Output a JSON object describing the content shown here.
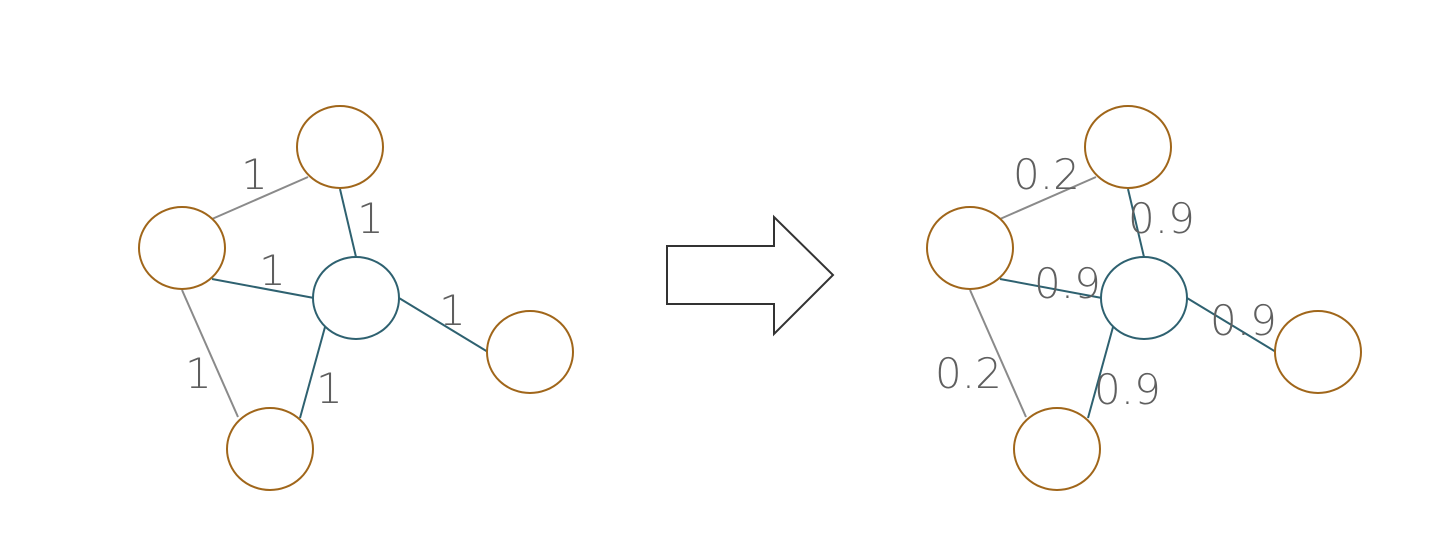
{
  "left_graph": {
    "weights": {
      "top_left": "1",
      "top_center": "1",
      "left_center": "1",
      "center_right": "1",
      "left_bottom": "1",
      "center_bottom": "1"
    }
  },
  "right_graph": {
    "weights": {
      "top_left": "0.2",
      "top_center": "0.9",
      "left_center": "0.9",
      "center_right": "0.9",
      "left_bottom": "0.2",
      "center_bottom": "0.9"
    }
  },
  "colors": {
    "outer_node": "#a0661a",
    "center_node": "#2e6170",
    "strong_edge": "#2e6170",
    "weak_edge": "#8a8a8a",
    "label": "#5f5f5f"
  }
}
